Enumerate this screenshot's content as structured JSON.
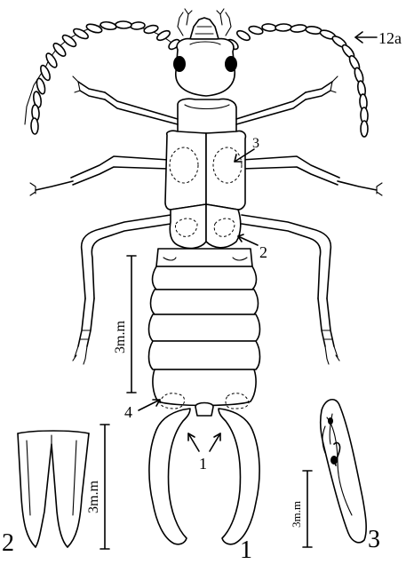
{
  "figure": {
    "part_labels": {
      "whole_body": "1",
      "forceps": "2",
      "genitalia": "3"
    },
    "pointer_labels": {
      "antenna": "12a",
      "forceps_base": "1",
      "abdominal_tergite": "2",
      "elytra": "3",
      "last_segment": "4"
    },
    "scale_labels": {
      "body": "3m.m",
      "forceps": "3m.m",
      "genitalia": "3m.m"
    }
  }
}
